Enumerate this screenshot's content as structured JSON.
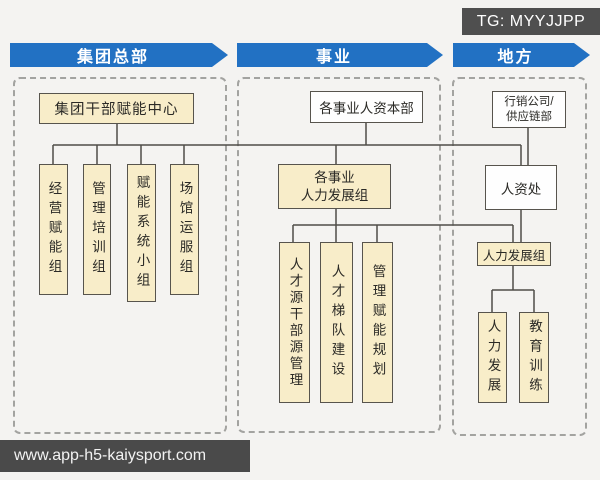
{
  "watermarks": {
    "tg_badge": "TG: MYYJJPP",
    "url_bar": "www.app-h5-kaiysport.com"
  },
  "org": {
    "col1": {
      "banner": "集团总部",
      "root": "集团干部赋能中心",
      "children": [
        "经营赋能组",
        "管理培训组",
        "赋能系统小组",
        "场馆运服组"
      ]
    },
    "col2": {
      "banner": "事业",
      "root": "各事业人资本部",
      "dev_group_line1": "各事业",
      "dev_group_line2": "人力发展组",
      "children": [
        "人才源干部源管理",
        "人才梯队建设",
        "管理赋能规划"
      ]
    },
    "col3": {
      "banner": "地方",
      "root_line1": "行销公司/",
      "root_line2": "供应链部",
      "hr_office": "人资处",
      "dev_group": "人力发展组",
      "children": [
        "人力发展",
        "教育训练"
      ]
    }
  },
  "colors": {
    "banner_blue": "#2271c3",
    "box_cream": "#f8edc9",
    "box_white": "#fefefe",
    "connector_gray": "#4f4d48",
    "badge_gray": "#4a4a4a"
  }
}
